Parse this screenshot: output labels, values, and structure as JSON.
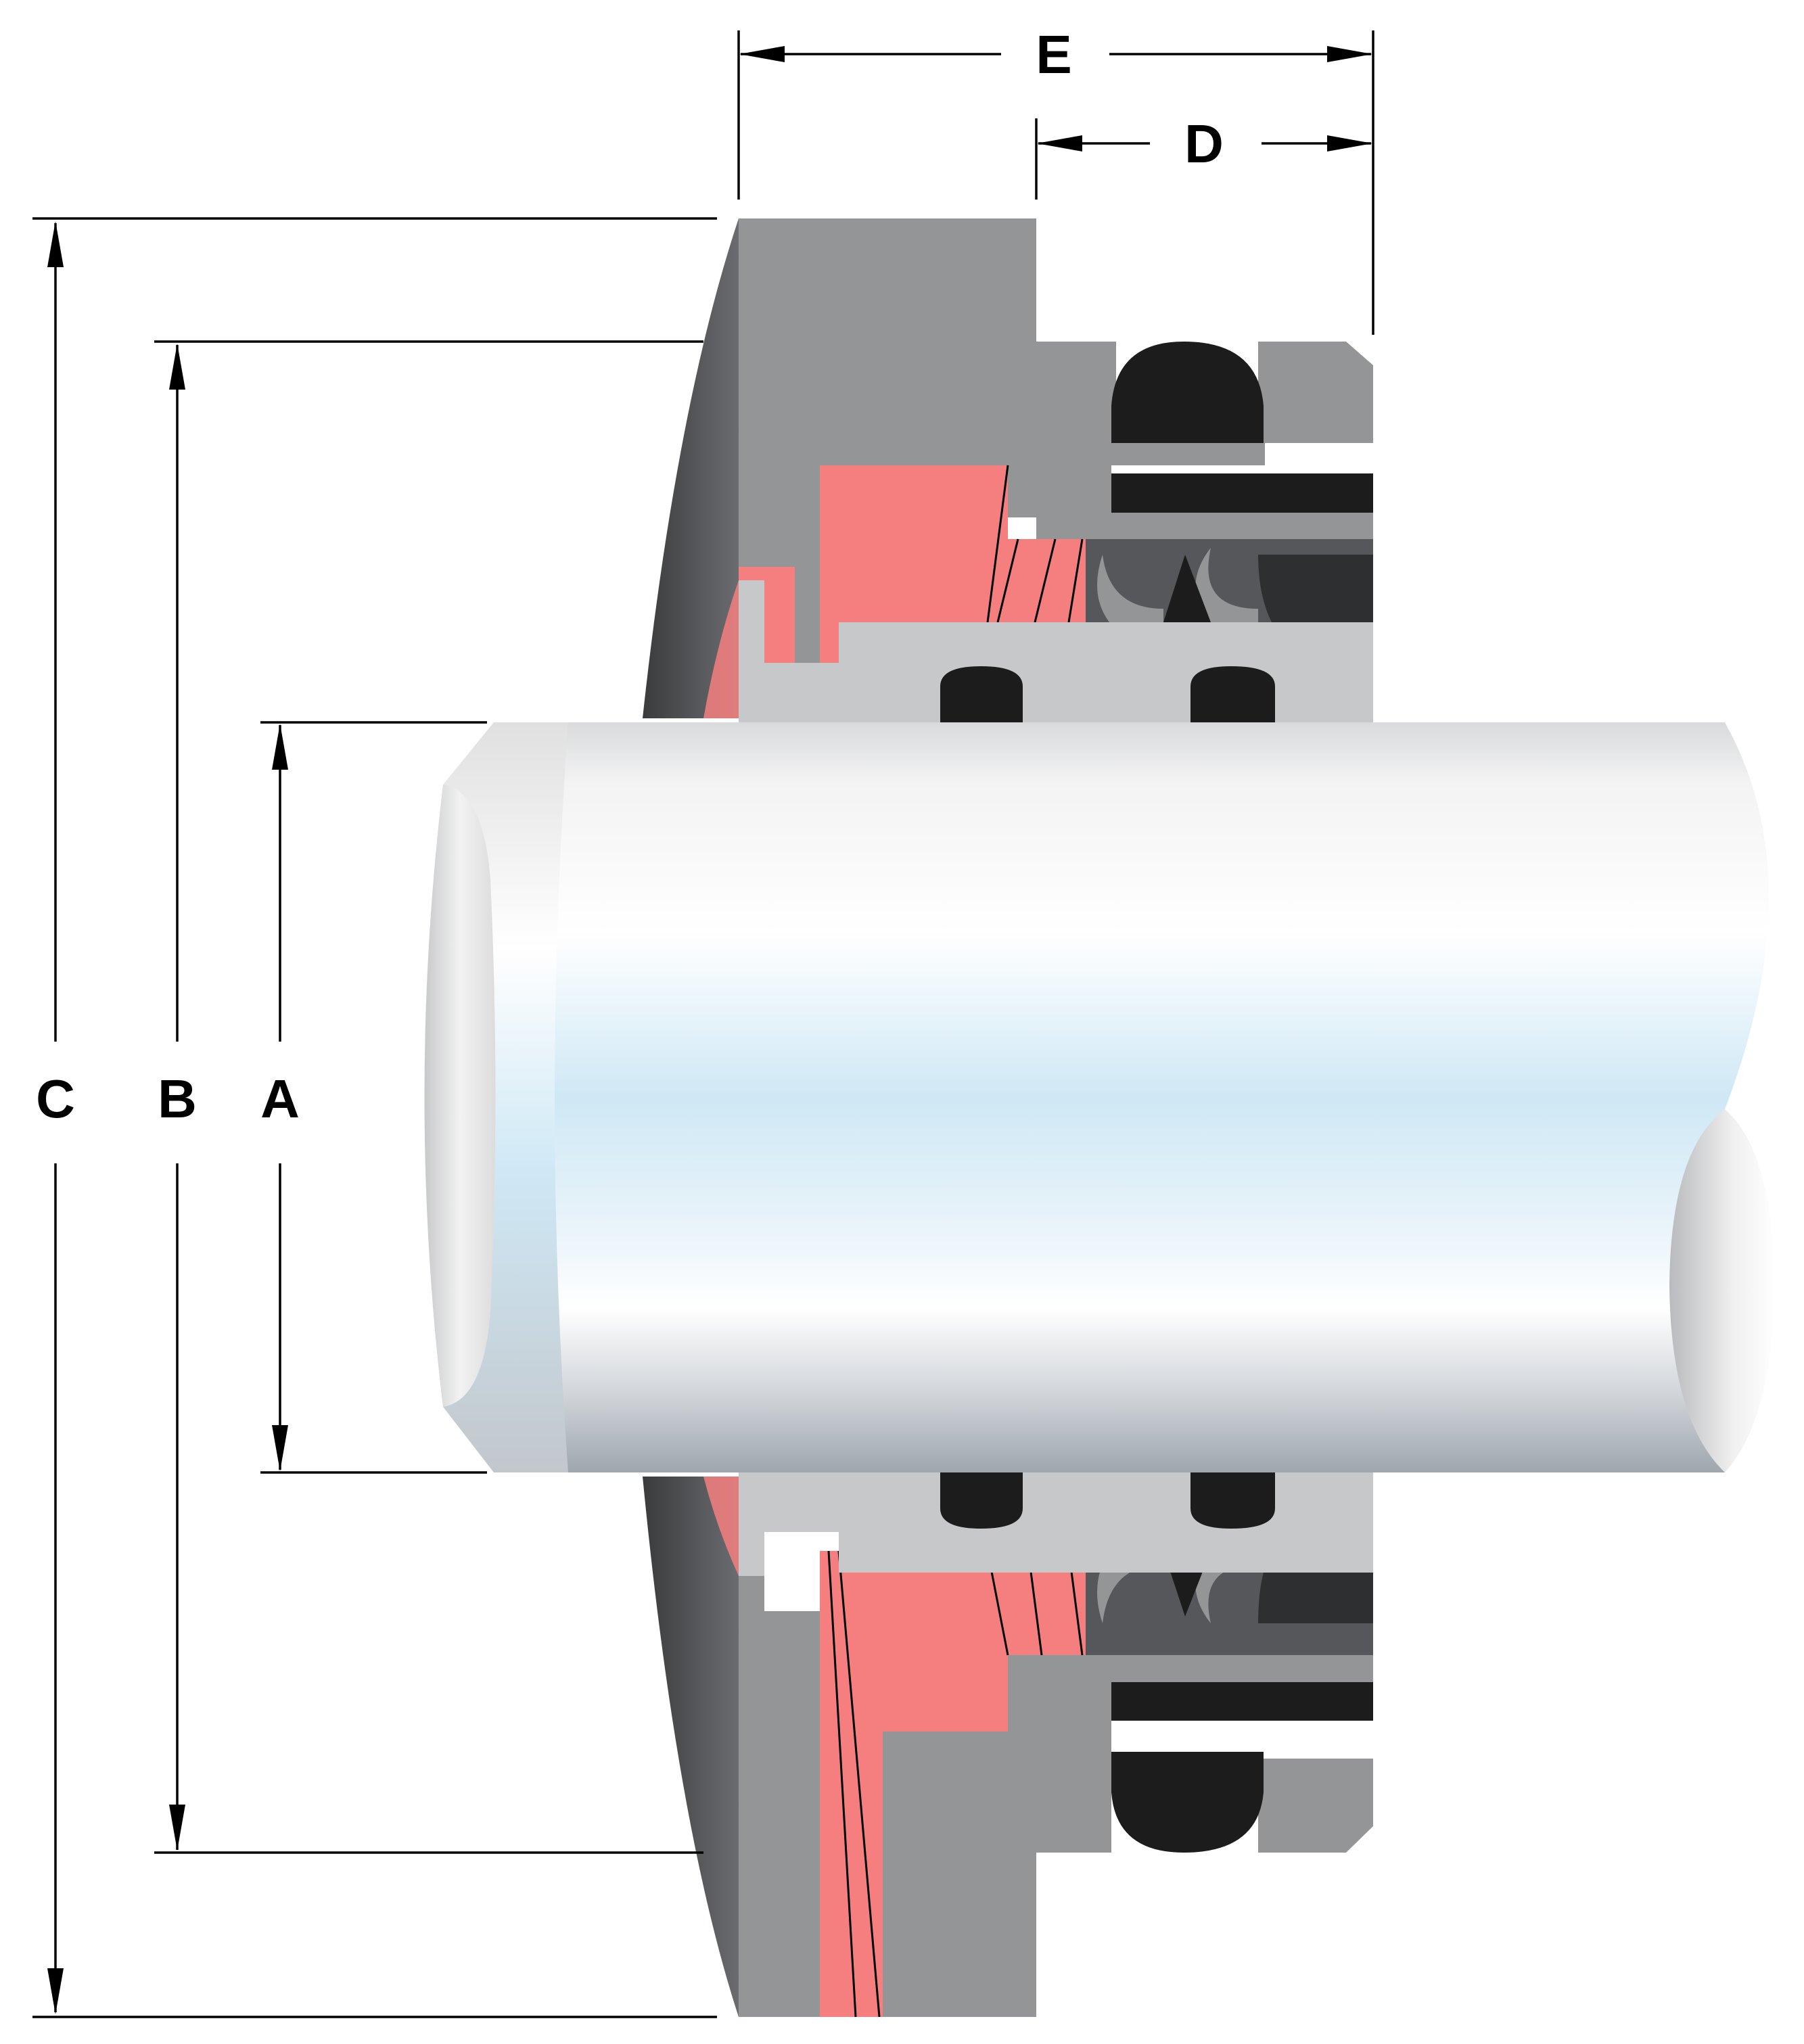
{
  "dimensions": {
    "A": "A",
    "B": "B",
    "C": "C",
    "D": "D",
    "E": "E"
  },
  "colors": {
    "housing": "#939597",
    "housing_dark": "#55575a",
    "face": "#f57f7f",
    "elastomer": "#1c1c1c",
    "sleeve": "#c7c8ca",
    "shaft_light": "#f2f2f2",
    "shaft_blue": "#cfe8f5",
    "dimension_line": "#000000"
  },
  "icons": {
    "shaft": "shaft-cylinder-icon",
    "orings": "o-ring-icon",
    "springs": "bellows-icon"
  }
}
